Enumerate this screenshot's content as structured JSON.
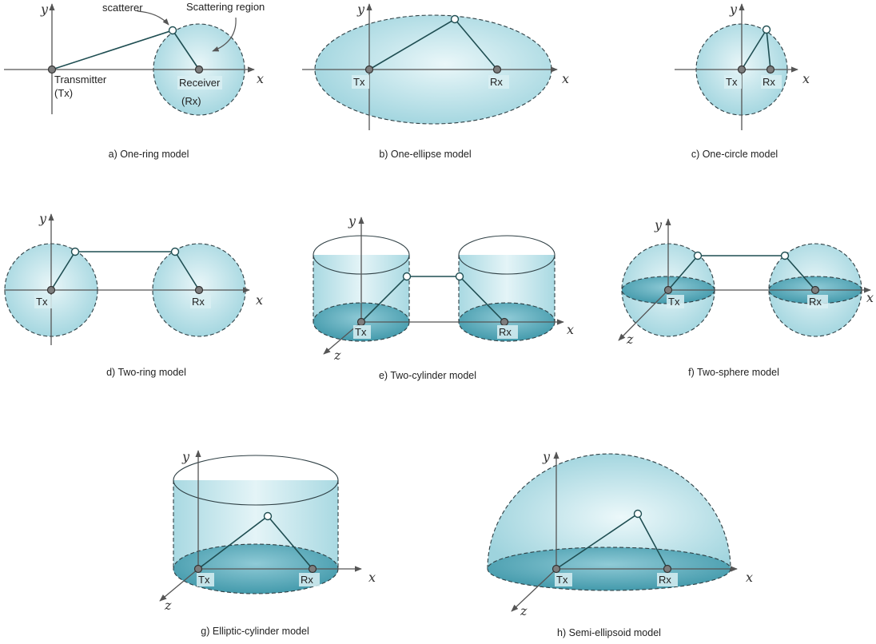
{
  "axis_labels": {
    "x": "x",
    "y": "y",
    "z": "z"
  },
  "text": {
    "scatterer": "scatterer",
    "scattering_region": "Scattering region",
    "transmitter": "Transmitter",
    "transmitter_abbr": "(Tx)",
    "receiver": "Receiver",
    "receiver_abbr": "(Rx)",
    "tx": "Tx",
    "rx": "Rx"
  },
  "captions": {
    "a": "a) One-ring model",
    "b": "b) One-ellipse model",
    "c": "c) One-circle model",
    "d": "d) Two-ring model",
    "e": "e) Two-cylinder model",
    "f": "f) Two-sphere model",
    "g": "g) Elliptic-cylinder model",
    "h": "h) Semi-ellipsoid model"
  },
  "colors": {
    "region_fill": "#bfe4ea",
    "region_dark": "#6fbccb",
    "path": "#1f4e52"
  }
}
